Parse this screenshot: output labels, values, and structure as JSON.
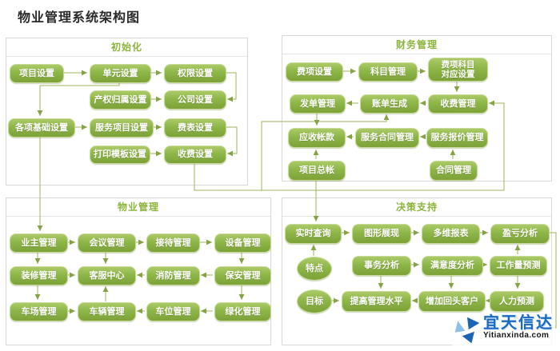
{
  "page_title": "物业管理系统架构图",
  "sections": {
    "init": {
      "title": "初始化",
      "nodes": {
        "project_settings": "项目设置",
        "unit_settings": "单元设置",
        "permission_settings": "权限设置",
        "ownership_settings": "产权归属设置",
        "company_settings": "公司设置",
        "basic_settings": "各项基础设置",
        "service_item_settings": "服务项目设置",
        "fee_table_settings": "费表设置",
        "print_template_settings": "打印模板设置",
        "charge_settings": "收费设置"
      }
    },
    "finance": {
      "title": "财务管理",
      "nodes": {
        "fee_item_settings": "费项设置",
        "subject_management": "科目管理",
        "fee_subject_mapping_line1": "费项科目",
        "fee_subject_mapping_line2": "对应设置",
        "bill_issue": "发单管理",
        "bill_generation": "账单生成",
        "charge_management": "收费管理",
        "accounts_receivable": "应收帐款",
        "service_contract_management": "服务合同管理",
        "service_quote_management": "服务报价管理",
        "project_ledger": "项目总帐",
        "contract_management": "合同管理"
      }
    },
    "property": {
      "title": "物业管理",
      "nodes": {
        "owner_management": "业主管理",
        "meeting_management": "会议管理",
        "reception_management": "接待管理",
        "equipment_management": "设备管理",
        "decoration_management": "装修管理",
        "service_center": "客服中心",
        "fire_management": "消防管理",
        "security_management": "保安管理",
        "parking_lot_management": "车场管理",
        "vehicle_management": "车辆管理",
        "parking_space_management": "车位管理",
        "greening_management": "绿化管理"
      }
    },
    "decision": {
      "title": "决策支持",
      "nodes": {
        "realtime_query": "实时查询",
        "graphic_display": "图形展现",
        "multidim_report": "多维报表",
        "profit_loss_analysis": "盈亏分析",
        "features": "特点",
        "transaction_analysis": "事务分析",
        "satisfaction_analysis": "满意度分析",
        "workload_forecast": "工作量预测",
        "goal": "目标",
        "improve_management": "提高管理水平",
        "increase_repeat_customers": "增加回头客户",
        "manpower_forecast": "人力预测"
      }
    }
  },
  "connections": [
    "项目设置→单元设置",
    "单元设置→权限设置",
    "权限设置→公司设置",
    "产权归属设置→公司设置",
    "单元设置→各项基础设置",
    "各项基础设置→服务项目设置",
    "服务项目设置→费表设置",
    "费表设置→收费设置",
    "打印模板设置→收费设置",
    "各项基础设置→业主管理",
    "收费设置→收费管理",
    "收费设置→账单生成",
    "费项设置→科目管理",
    "科目管理→费项科目对应设置",
    "费项科目对应设置→收费管理",
    "收费管理→账单生成",
    "账单生成→发单管理",
    "发单管理→应收帐款",
    "服务合同管理→应收帐款",
    "服务报价管理→服务合同管理",
    "合同管理→服务报价管理",
    "项目总帐→应收帐款",
    "项目总帐→实时查询",
    "业主管理→会议管理",
    "会议管理→接待管理",
    "接待管理→设备管理",
    "业主管理→装修管理",
    "会议管理→客服中心",
    "设备管理→保安管理",
    "装修管理→客服中心",
    "消防管理→客服中心",
    "保安管理→消防管理",
    "装修管理→车场管理",
    "保安管理→绿化管理",
    "车辆管理→客服中心",
    "车场管理→车辆管理",
    "车位管理→车辆管理",
    "绿化管理→车位管理",
    "实时查询→图形展现",
    "图形展现→多维报表",
    "多维报表→盈亏分析",
    "特点→实时查询",
    "事务分析→满意度分析",
    "满意度分析→工作量预测",
    "工作量预测→盈亏分析",
    "事务分析→提高管理水平",
    "满意度分析→增加回头客户",
    "工作量预测→人力预测",
    "目标→提高管理水平",
    "增加回头客户→提高管理水平",
    "人力预测→增加回头客户",
    "盈亏分析→人力预测"
  ],
  "watermark": {
    "brand": "宜天信达",
    "site": "Yitianxinda.com"
  },
  "colors": {
    "node_gradient_top": "#abca67",
    "node_gradient_bottom": "#7da238",
    "connector_line": "#9db35c",
    "section_title": "#8bb43d",
    "watermark_blue": "#1b69c0"
  }
}
